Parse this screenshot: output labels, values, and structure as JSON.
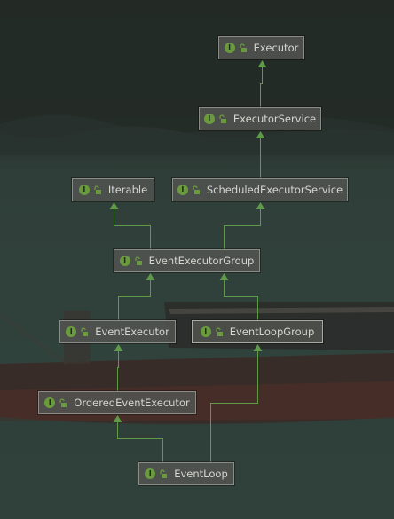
{
  "colors": {
    "edge": "#5f9a48",
    "badge": "#6a9a3e",
    "node_border": "#8b8c86",
    "node_text": "#d6d6d0"
  },
  "badge_letter": "I",
  "badge_icon": "interface-icon",
  "access_icon": "public-lock-icon",
  "nodes": {
    "executor": "Executor",
    "executor_service": "ExecutorService",
    "iterable": "Iterable",
    "scheduled_executor_service": "ScheduledExecutorService",
    "event_executor_group": "EventExecutorGroup",
    "event_executor": "EventExecutor",
    "event_loop_group": "EventLoopGroup",
    "ordered_event_executor": "OrderedEventExecutor",
    "event_loop": "EventLoop"
  },
  "edges": [
    [
      "executor_service",
      "executor"
    ],
    [
      "scheduled_executor_service",
      "executor_service"
    ],
    [
      "event_executor_group",
      "iterable"
    ],
    [
      "event_executor_group",
      "scheduled_executor_service"
    ],
    [
      "event_executor",
      "event_executor_group"
    ],
    [
      "event_loop_group",
      "event_executor_group"
    ],
    [
      "ordered_event_executor",
      "event_executor"
    ],
    [
      "event_loop",
      "ordered_event_executor"
    ],
    [
      "event_loop",
      "event_loop_group"
    ]
  ]
}
